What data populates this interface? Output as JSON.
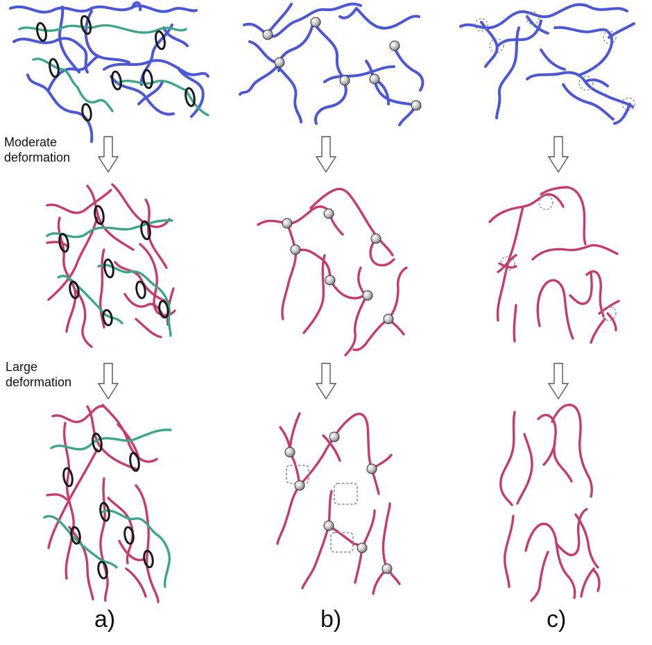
{
  "labels": {
    "moderate_line1": "Moderate",
    "moderate_line2": "deformation",
    "large_line1": "Large",
    "large_line2": "deformation"
  },
  "panels": [
    {
      "id": "a",
      "label": "a)",
      "crosslink": "slide-ring"
    },
    {
      "id": "b",
      "label": "b)",
      "crosslink": "bead"
    },
    {
      "id": "c",
      "label": "c)",
      "crosslink": "physical-junction"
    }
  ],
  "stages": [
    "undeformed",
    "moderate deformation",
    "large deformation"
  ],
  "colors": {
    "undeformed_chain": "#4a57d8",
    "deformed_chain": "#c83a6a",
    "ring_chain": "#3aa888",
    "ring": "#1a1a1a",
    "dashed_marker": "#8a8a8a"
  },
  "icons": [
    "down-arrow-icon"
  ]
}
